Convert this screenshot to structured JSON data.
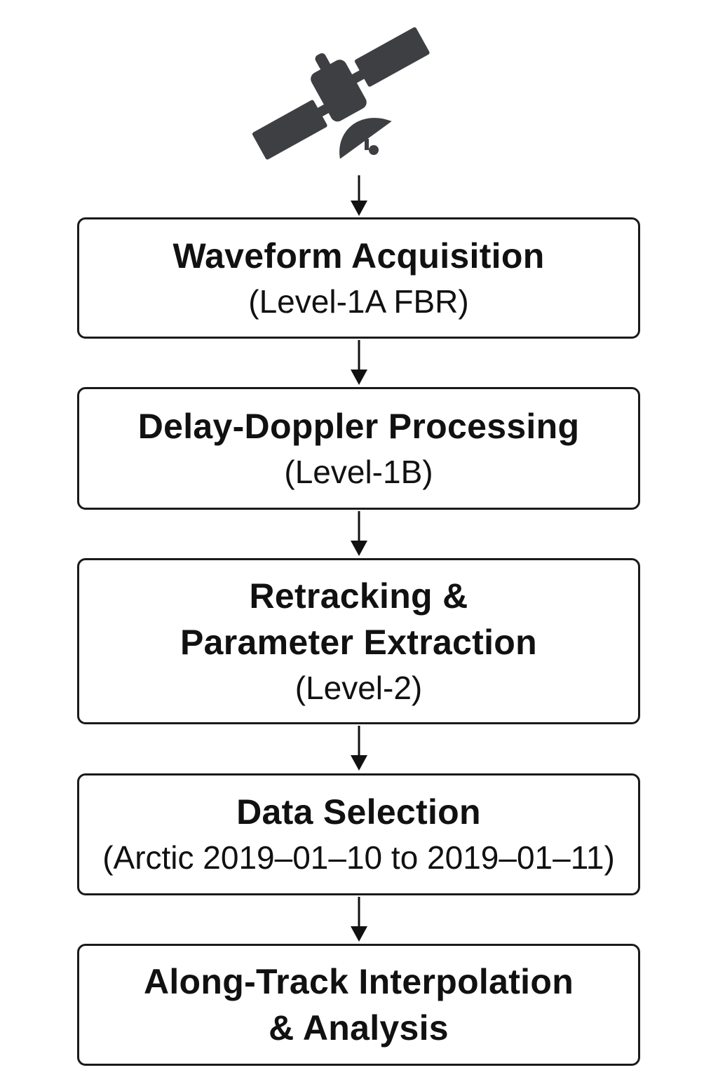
{
  "icon": {
    "name": "satellite-icon",
    "color": "#3d3f42"
  },
  "steps": [
    {
      "title": "Waveform Acquisition",
      "subtitle": "(Level-1A FBR)"
    },
    {
      "title": "Delay-Doppler Processing",
      "subtitle": "(Level-1B)"
    },
    {
      "title": "Retracking &\nParameter Extraction",
      "subtitle": "(Level-2)"
    },
    {
      "title": "Data Selection",
      "subtitle": "(Arctic 2019–01–10 to 2019–01–11)"
    },
    {
      "title": "Along-Track Interpolation\n& Analysis",
      "subtitle": ""
    }
  ]
}
